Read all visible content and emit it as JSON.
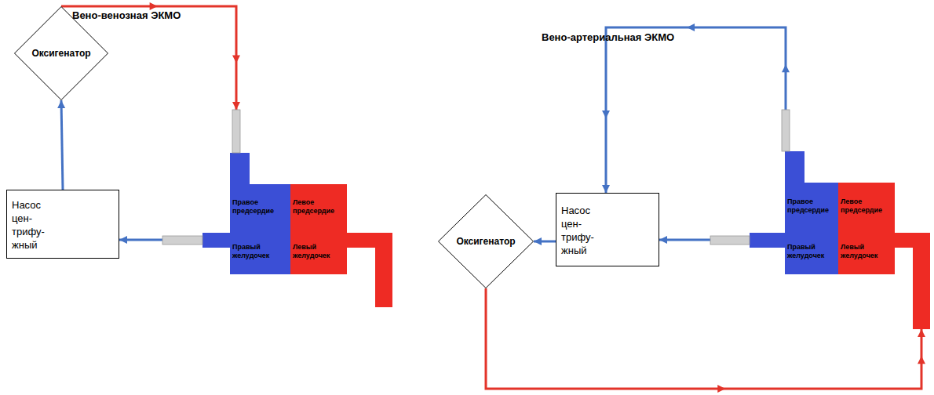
{
  "diagram": {
    "nodes": [
      {
        "text": [
          "Оксигенатор"
        ]
      },
      {
        "text": [
          "Насос цен- трифу- жный"
        ]
      },
      {
        "text": [
          "Правое предсердие"
        ]
      },
      {
        "text": [
          "Левое предсердие"
        ]
      },
      {
        "text": [
          "Правый желудочек"
        ]
      },
      {
        "text": [
          "Левый желудочек"
        ]
      },
      {
        "text": [
          "Оксигенатор"
        ]
      },
      {
        "text": [
          "Насос цен- трифу- жный"
        ]
      },
      {
        "text": [
          "Правое предсердие"
        ]
      },
      {
        "text": [
          "Левое предсердие"
        ]
      },
      {
        "text": [
          "Правый желудочек"
        ]
      },
      {
        "text": [
          "Левый желудочек"
        ]
      }
    ],
    "edges": [
      {
        "from": 2,
        "to": 1,
        "arrow": "to"
      },
      {
        "from": 1,
        "to": 0,
        "arrow": "to"
      },
      {
        "from": 0,
        "to": 2,
        "arrow": "to"
      },
      {
        "from": 8,
        "to": 7,
        "arrow": "to"
      },
      {
        "from": 8,
        "to": 7,
        "arrow": "to"
      },
      {
        "from": 7,
        "to": 6,
        "arrow": "to"
      },
      {
        "from": 6,
        "to": 11,
        "arrow": "to"
      }
    ],
    "labels": [
      "Вено-венозная ЭКМО",
      "Вено-артериальная ЭКМО"
    ]
  }
}
